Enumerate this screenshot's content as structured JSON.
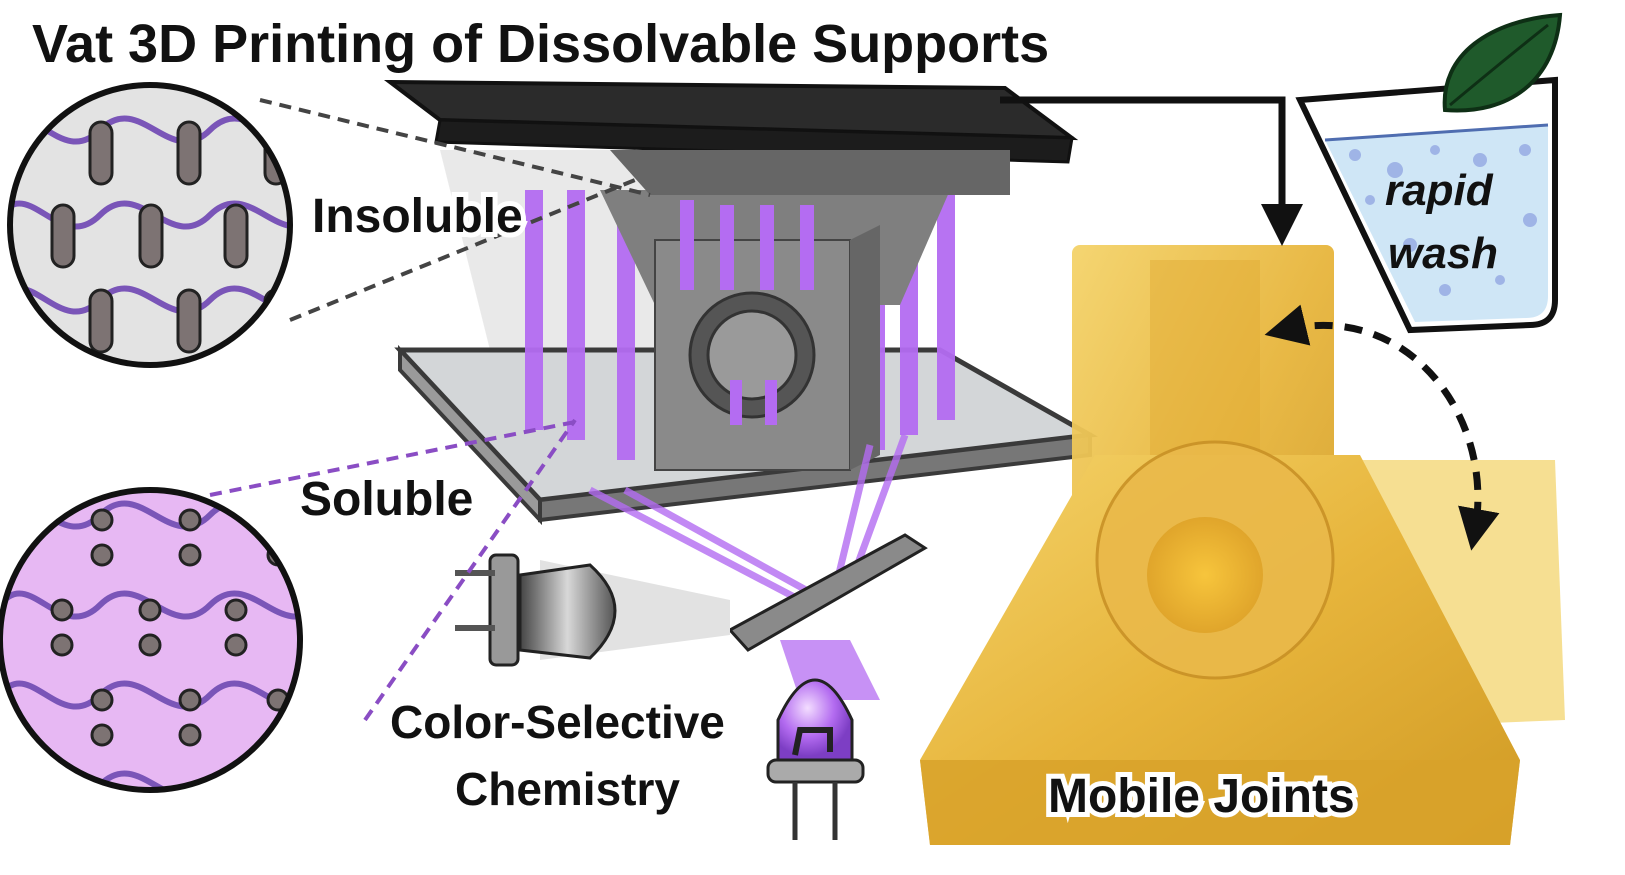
{
  "title": "Vat 3D Printing of Dissolvable Supports",
  "labels": {
    "insoluble": "Insoluble",
    "soluble": "Soluble",
    "color_selective_line1": "Color-Selective",
    "color_selective_line2": "Chemistry",
    "mobile_joints": "Mobile Joints",
    "rapid": "rapid",
    "wash": "wash"
  },
  "colors": {
    "uv_purple": "#b36bf0",
    "network_purple": "#7a55b8",
    "soluble_bg": "#e7b8f3",
    "insoluble_bg": "#e3e3e3",
    "link_gray": "#7d7373",
    "part_yellow": "#e8b53a",
    "leaf_green": "#1f5a2b",
    "water_blue": "#cfe6f6"
  },
  "icons": [
    "leaf-icon",
    "beaker-icon",
    "led-white-icon",
    "led-uv-icon",
    "printer-build-plate",
    "printed-part"
  ]
}
